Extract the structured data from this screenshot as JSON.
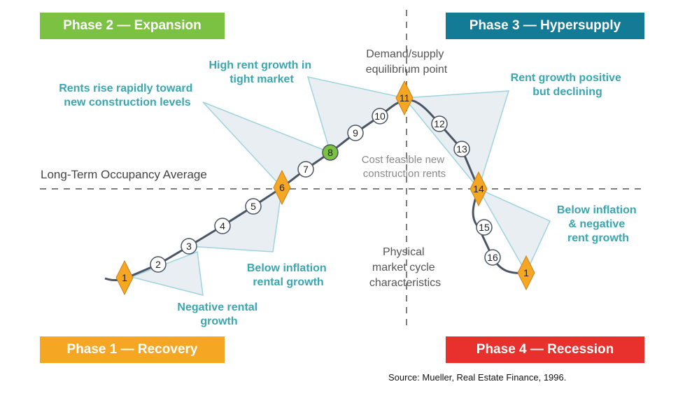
{
  "phases": {
    "phase1": {
      "label": "Phase 1 — Recovery",
      "color": "#f5a623"
    },
    "phase2": {
      "label": "Phase 2 — Expansion",
      "color": "#7cc242"
    },
    "phase3": {
      "label": "Phase 3 — Hypersupply",
      "color": "#137b95"
    },
    "phase4": {
      "label": "Phase 4 — Recession",
      "color": "#e8302c"
    }
  },
  "source": "Source: Mueller, Real Estate Finance, 1996.",
  "avg_line_label": "Long-Term Occupancy Average",
  "center_labels": {
    "equilibrium": [
      "Demand/supply",
      "equilibrium point"
    ],
    "cost_feasible": [
      "Cost feasible new",
      "construction rents"
    ],
    "physical": [
      "Physical",
      "market cycle",
      "characteristics"
    ]
  },
  "callouts": {
    "negative": [
      "Negative rental",
      "growth"
    ],
    "below_inflation": [
      "Below inflation",
      "rental growth"
    ],
    "rise_rapidly": [
      "Rents rise rapidly toward",
      "new construction levels"
    ],
    "high_rent": [
      "High rent growth in",
      "tight market"
    ],
    "positive_declining": [
      "Rent growth positive",
      "but declining"
    ],
    "below_negative": [
      "Below inflation",
      "& negative",
      "rent growth"
    ]
  },
  "points": [
    {
      "label": "1",
      "shape": "diamond"
    },
    {
      "label": "2",
      "shape": "circle"
    },
    {
      "label": "3",
      "shape": "circle"
    },
    {
      "label": "4",
      "shape": "circle"
    },
    {
      "label": "5",
      "shape": "circle"
    },
    {
      "label": "6",
      "shape": "diamond"
    },
    {
      "label": "7",
      "shape": "circle"
    },
    {
      "label": "8",
      "shape": "circle-green"
    },
    {
      "label": "9",
      "shape": "circle"
    },
    {
      "label": "10",
      "shape": "circle"
    },
    {
      "label": "11",
      "shape": "diamond"
    },
    {
      "label": "12",
      "shape": "circle"
    },
    {
      "label": "13",
      "shape": "circle"
    },
    {
      "label": "14",
      "shape": "diamond"
    },
    {
      "label": "15",
      "shape": "circle"
    },
    {
      "label": "16",
      "shape": "circle"
    },
    {
      "label": "1",
      "shape": "diamond"
    }
  ],
  "colors": {
    "diamond": "#f5a623",
    "green": "#7cc242",
    "triangle_fill": "#e8eef2",
    "triangle_stroke": "#9fd3de",
    "curve": "#4b5563"
  }
}
